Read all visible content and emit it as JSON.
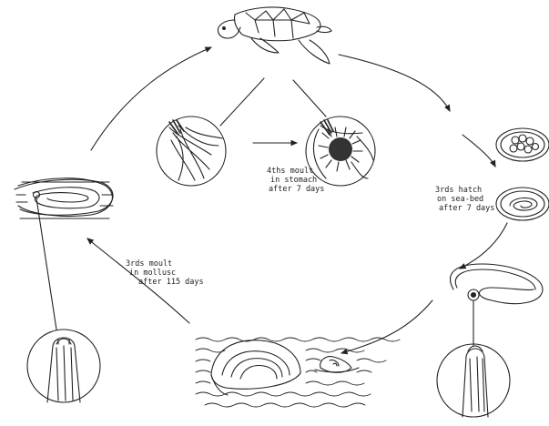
{
  "labels": {
    "stomach": [
      "4ths moult",
      "in stomach",
      "after 7 days"
    ],
    "seabed": [
      "3rds hatch",
      "on sea-bed",
      "after 7 days"
    ],
    "mollusc": [
      "3rds moult",
      "in mollusc",
      "after 115 days"
    ]
  },
  "colors": {
    "ink": "#222222",
    "paper": "#ffffff"
  }
}
